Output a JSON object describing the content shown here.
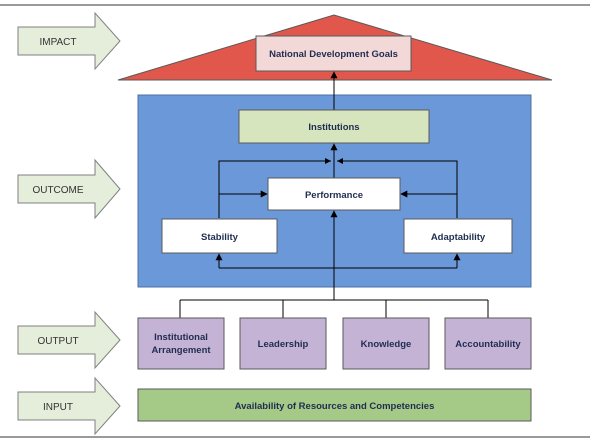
{
  "levels": {
    "impact": "IMPACT",
    "outcome": "OUTCOME",
    "output": "OUTPUT",
    "input": "INPUT"
  },
  "impact": {
    "goal": "National Development Goals"
  },
  "outcome": {
    "institutions": "Institutions",
    "performance": "Performance",
    "stability": "Stability",
    "adaptability": "Adaptability"
  },
  "outputs": {
    "institutional_line1": "Institutional",
    "institutional_line2": "Arrangement",
    "leadership": "Leadership",
    "knowledge": "Knowledge",
    "accountability": "Accountability"
  },
  "input": {
    "resources": "Availability of Resources and Competencies"
  },
  "colors": {
    "roof": "#e2574c",
    "goal_box": "#f3d8d8",
    "outcome_panel": "#6a98d8",
    "institutions_box": "#d6e5bd",
    "output_box": "#c5b3d6",
    "input_bar": "#a5c986",
    "level_arrow": "#e5eedb"
  }
}
